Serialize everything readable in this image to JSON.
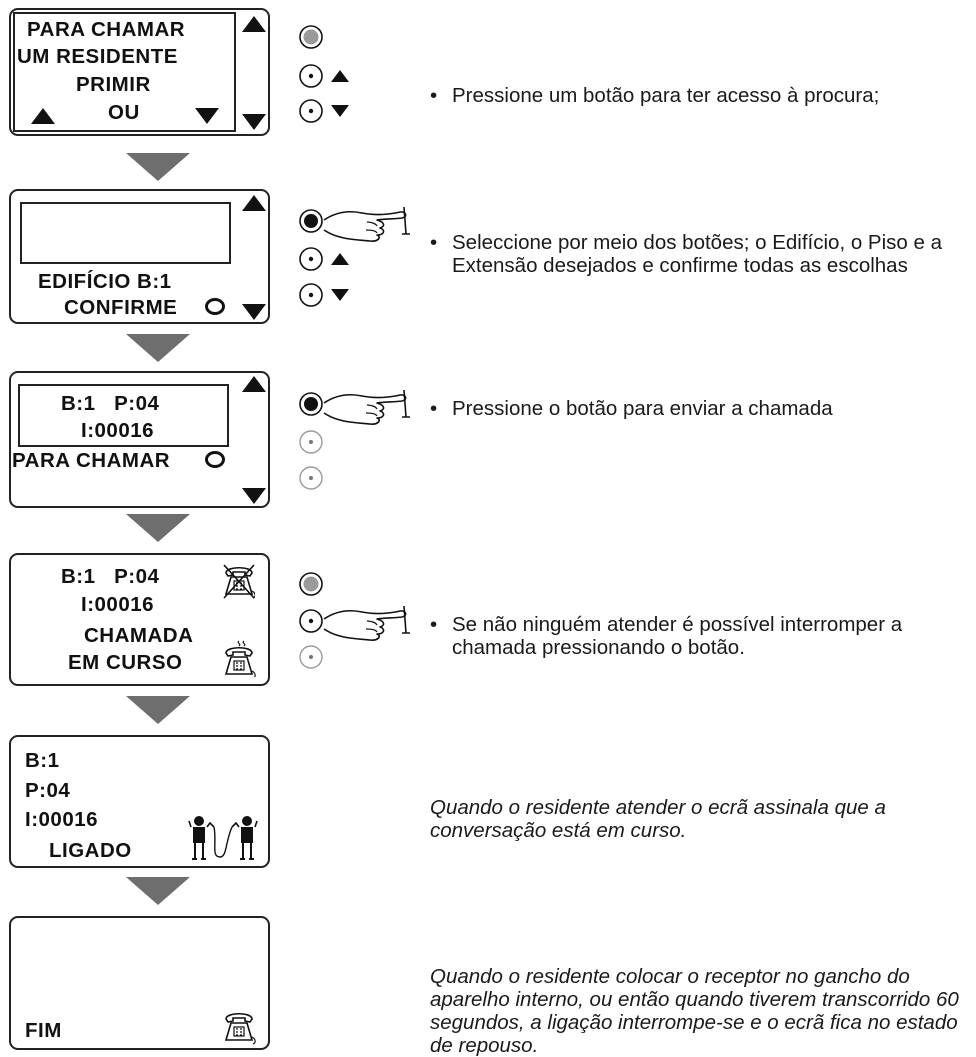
{
  "steps": [
    {
      "display": {
        "lines": [
          "PARA CHAMAR",
          "UM RESIDENTE",
          "PRIMIR",
          "OU"
        ]
      },
      "description": "Pressione um botão para ter acesso à procura;"
    },
    {
      "display": {
        "lines": [
          "EDIFÍCIO B:1",
          "CONFIRME"
        ]
      },
      "description": "Seleccione por meio dos botões; o Edifício, o Piso e a Extensão desejados e confirme todas as escolhas"
    },
    {
      "display": {
        "lines": [
          "B:1   P:04",
          "I:00016",
          "PARA CHAMAR"
        ]
      },
      "description": "Pressione o botão para enviar a chamada"
    },
    {
      "display": {
        "lines": [
          "B:1   P:04",
          "I:00016",
          "CHAMADA",
          "EM CURSO"
        ]
      },
      "description": "Se não ninguém atender é possível interromper a chamada pressionando o botão."
    },
    {
      "display": {
        "lines": [
          "B:1",
          "P:04",
          "I:00016",
          "LIGADO"
        ]
      },
      "description": "Quando o residente atender o ecrã assinala que a conversação está em curso."
    },
    {
      "display": {
        "lines": [
          "FIM"
        ]
      },
      "description": "Quando o residente colocar o receptor no gancho do aparelho interno, ou então quando tiverem transcorrido 60 segundos, a ligação interrompe-se e o ecrã fica no estado de repouso."
    }
  ],
  "icons": {
    "arrow_up": "up-triangle-icon",
    "arrow_down": "down-triangle-icon",
    "confirm": "ring-icon",
    "hand": "pointing-hand-icon",
    "phone": "telephone-icon",
    "no_phone": "crossed-telephone-icon",
    "conversation": "two-people-icon"
  },
  "colors": {
    "arrow": "#6e6e6e",
    "button_gray": "#9a9a9a",
    "ink": "#111111"
  }
}
